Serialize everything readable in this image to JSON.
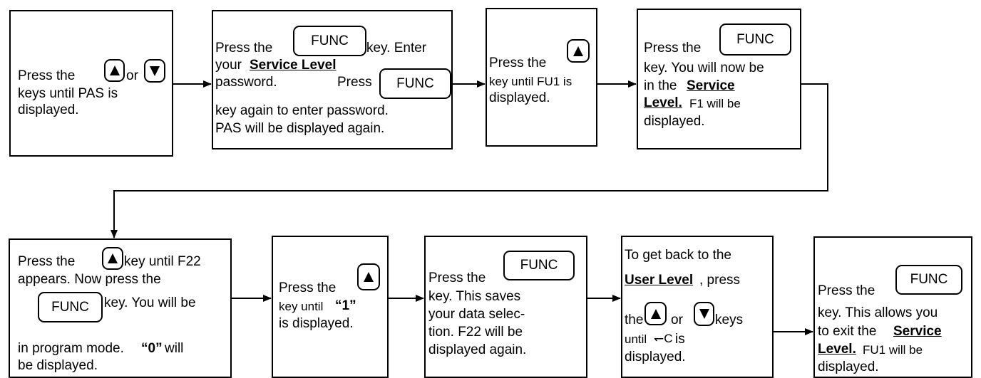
{
  "step1": {
    "l1": "Press the",
    "l1b": "or",
    "l2": "keys until PAS is",
    "l3": "displayed."
  },
  "step2": {
    "l1a": "Press the",
    "l1b": "key. Enter",
    "l2a": "your",
    "l2b": "Service Level",
    "l3a": "password.",
    "l3b": "Press",
    "l4": "key again to enter password.",
    "l5": "PAS will be displayed again."
  },
  "step3": {
    "l1": "Press the",
    "l2": "key until FU1 is",
    "l3": "displayed."
  },
  "step4": {
    "l1": "Press the",
    "l2": "key. You will now be",
    "l3a": "in the",
    "l3b": "Service",
    "l4a": "Level.",
    "l4b": "F1 will be",
    "l5": "displayed."
  },
  "step5": {
    "l1a": "Press the",
    "l1b": "key until F22",
    "l2": "appears. Now press the",
    "l3": "key. You will be",
    "l4a": "in program mode.",
    "l4b": "“0”",
    "l4c": "will",
    "l5": "be displayed."
  },
  "step6": {
    "l1": "Press the",
    "l2a": "key until",
    "l2b": "“1”",
    "l3": "is displayed."
  },
  "step7": {
    "l1": "Press the",
    "l2": "key. This saves",
    "l3": "your data selec-",
    "l4": "tion. F22 will be",
    "l5": "displayed again."
  },
  "step8": {
    "l1": "To get back to the",
    "l2a": "User Level",
    "l2b": ", press",
    "l3a": "the",
    "l3b": "or",
    "l3c": "keys",
    "l4a": "until",
    "l4b": "↽Ϲ",
    "l4c": "is",
    "l5": "displayed."
  },
  "step9": {
    "l1": "Press the",
    "l2": "key. This allows you",
    "l3a": "to exit the",
    "l3b": "Service",
    "l4a": "Level.",
    "l4b": "FU1 will be",
    "l5": "displayed."
  },
  "keys": {
    "func": "FUNC",
    "up": "up-arrow",
    "down": "down-arrow"
  }
}
